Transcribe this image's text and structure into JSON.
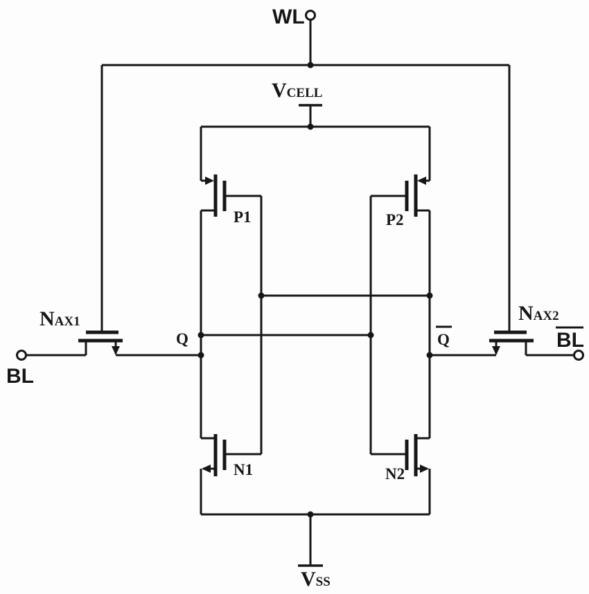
{
  "colors": {
    "ink": "#161616",
    "background": "#fdfdfd"
  },
  "schematic": {
    "wordline": {
      "label": "WL"
    },
    "bitline_left": {
      "label": "BL"
    },
    "bitline_right": {
      "label": "BL",
      "overline": true
    },
    "supply_top": {
      "main": "V",
      "sub": "CELL"
    },
    "supply_bottom": {
      "main": "V",
      "sub": "SS"
    },
    "node_q": {
      "label": "Q"
    },
    "node_qbar": {
      "label": "Q",
      "overline": true
    },
    "transistors": {
      "p1": {
        "label": "P1",
        "kind": "pmos-pullup"
      },
      "p2": {
        "label": "P2",
        "kind": "pmos-pullup"
      },
      "n1": {
        "label": "N1",
        "kind": "nmos-pulldown"
      },
      "n2": {
        "label": "N2",
        "kind": "nmos-pulldown"
      },
      "nax1": {
        "main": "N",
        "sub": "AX1",
        "kind": "nmos-access"
      },
      "nax2": {
        "main": "N",
        "sub": "AX2",
        "kind": "nmos-access"
      }
    }
  }
}
